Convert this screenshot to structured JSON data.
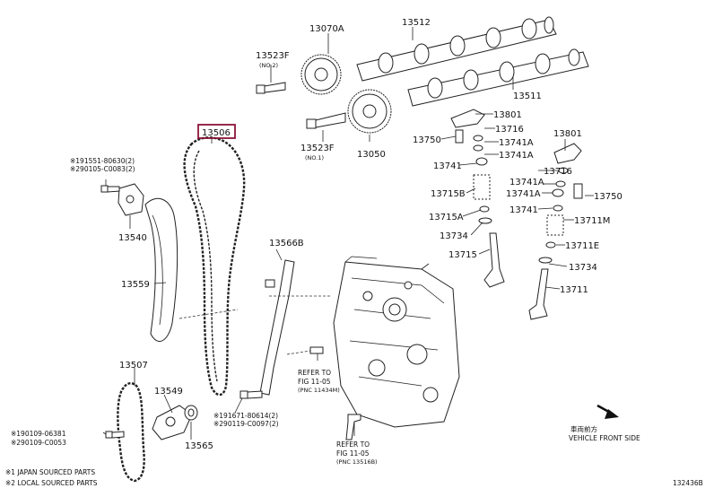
{
  "diagram_id": "132436B",
  "highlight_color": "#8a1538",
  "highlighted_part": "13506",
  "parts": {
    "p13070A": "13070A",
    "p13512": "13512",
    "p13523F_top": "13523F",
    "note_no2": "(NO.2)",
    "p13511": "13511",
    "p13801_a": "13801",
    "p13716_a": "13716",
    "p13750_a": "13750",
    "p13741A_a": "13741A",
    "p13741A_b": "13741A",
    "p13506": "13506",
    "p13050": "13050",
    "p13523F_bot": "13523F",
    "note_no1": "(NO.1)",
    "p13801_b": "13801",
    "p13741_a": "13741",
    "p13716_b": "13716",
    "p13741A_c": "13741A",
    "p13715B": "13715B",
    "p13741A_d": "13741A",
    "p13750_b": "13750",
    "p13741_b": "13741",
    "p13715A": "13715A",
    "p13711M": "13711M",
    "p13734_a": "13734",
    "p13711E": "13711E",
    "p13715": "13715",
    "p13734_b": "13734",
    "p13711": "13711",
    "p13540": "13540",
    "p13566B": "13566B",
    "p13559": "13559",
    "p13507": "13507",
    "p13549": "13549",
    "p13565": "13565"
  },
  "notes": {
    "bolt_a1": "※191551-80630(2)",
    "bolt_a2": "※290105-C0083(2)",
    "bolt_b1": "※191671-80614(2)",
    "bolt_b2": "※290119-C0097(2)",
    "bolt_c1": "※190109-06381",
    "bolt_c2": "※290109-C0053",
    "legend1": "※1 JAPAN SOURCED PARTS",
    "legend2": "※2 LOCAL SOURCED PARTS"
  },
  "refer1": {
    "l1": "REFER TO",
    "l2": "FIG 11-05",
    "l3": "(PNC 11434M)"
  },
  "refer2": {
    "l1": "REFER TO",
    "l2": "FIG 11-05",
    "l3": "(PNC 13516B)"
  },
  "direction": {
    "jp": "車両前方",
    "en": "VEHICLE FRONT SIDE"
  }
}
